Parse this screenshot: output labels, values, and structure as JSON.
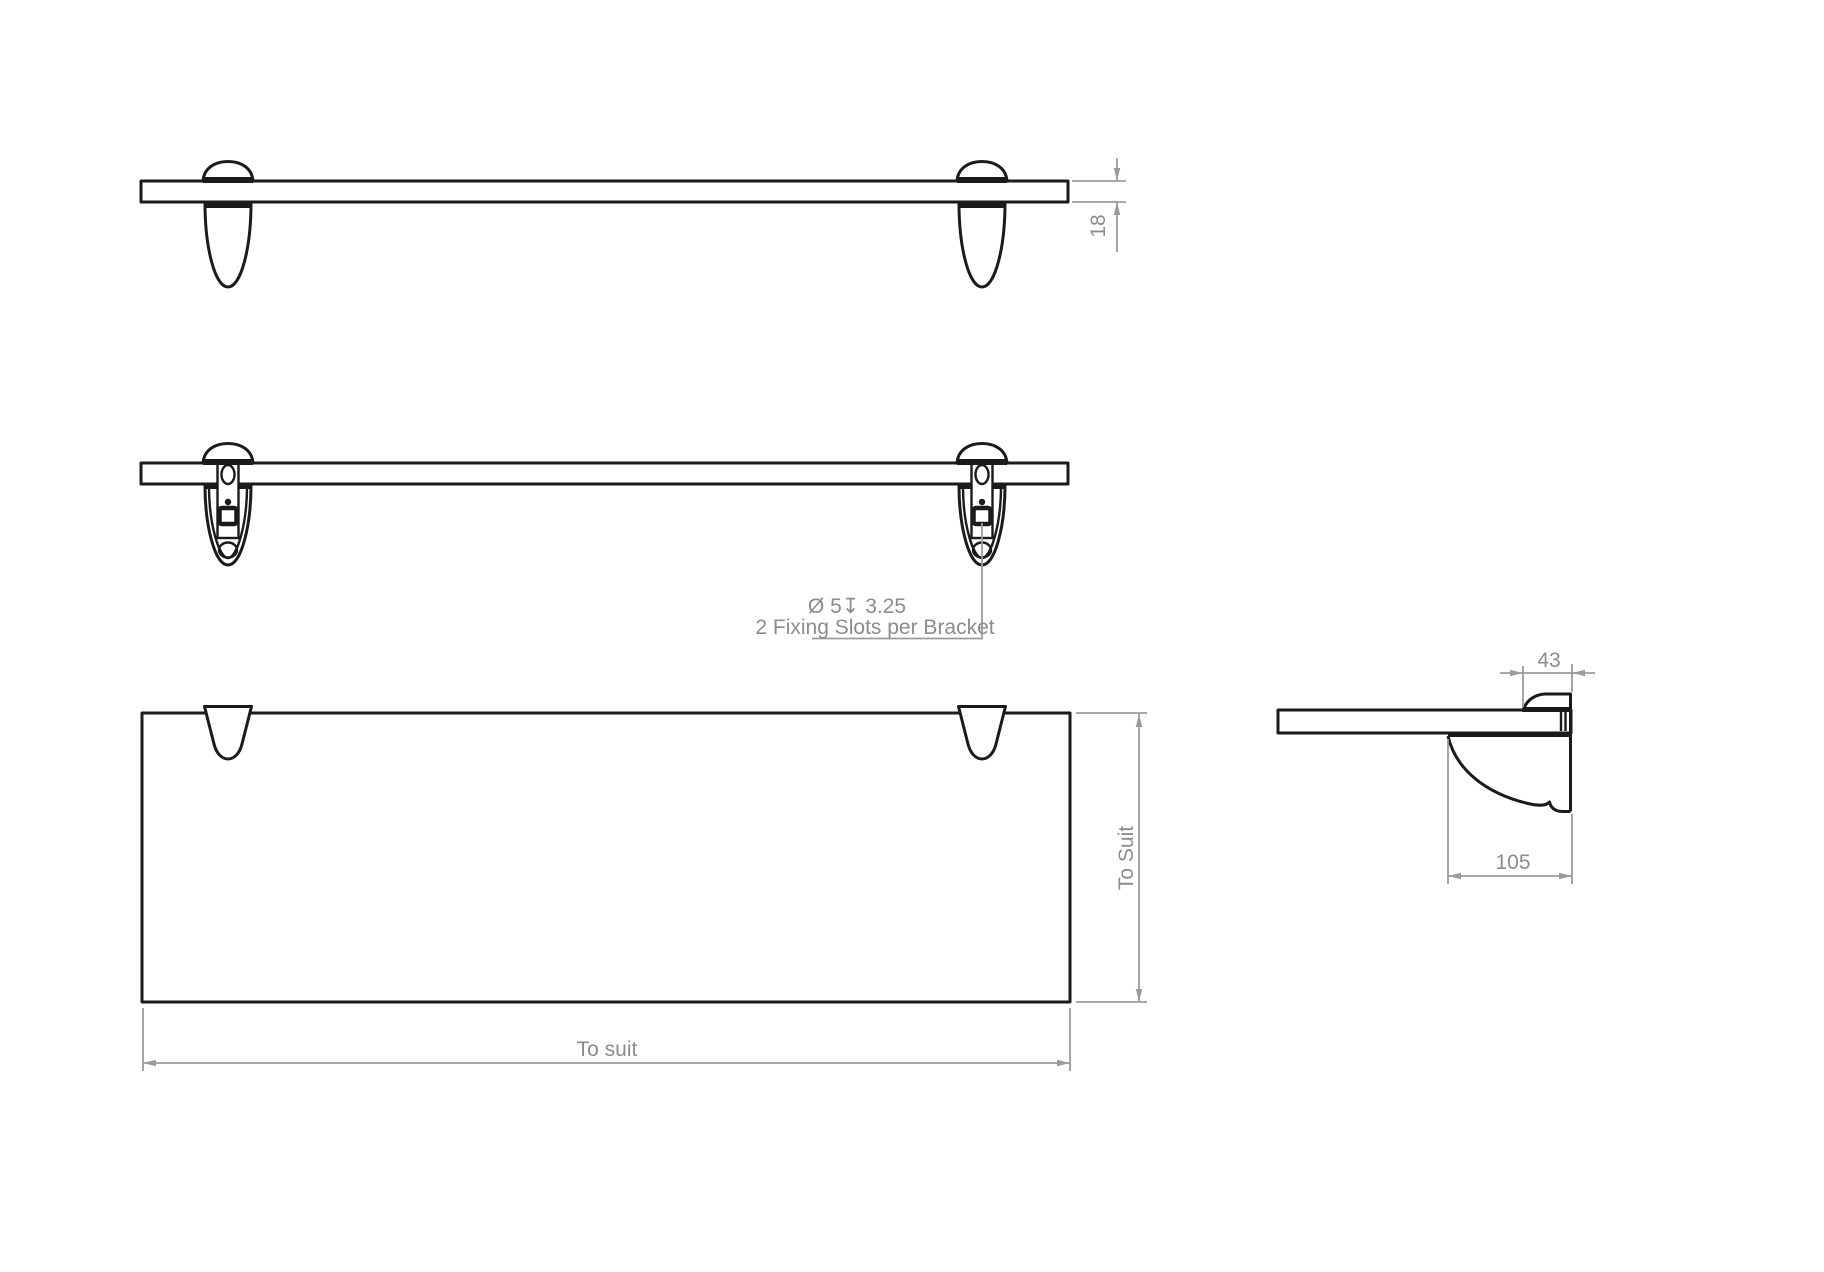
{
  "page": {
    "background": "#ffffff"
  },
  "colors": {
    "geometry": "#1b1b1b",
    "dimension": "#9b9b9b",
    "dimension_text": "#8c8c8c",
    "background": "#ffffff"
  },
  "dimensions": {
    "shelf_thickness": "18",
    "clamp_width": "43",
    "bracket_projection": "105",
    "shelf_length": "To suit",
    "shelf_depth": "To Suit"
  },
  "callout": {
    "line1": "Ø 5↧ 3.25",
    "line2": "2 Fixing Slots per Bracket"
  }
}
